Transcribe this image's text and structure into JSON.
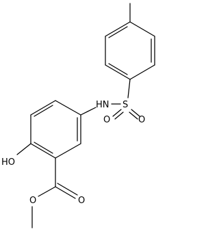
{
  "structure": {
    "labels": {
      "hydroxyl": "HO",
      "amine": "HN",
      "sulfur": "S",
      "sulfonyl_oxygen_left": "O",
      "sulfonyl_oxygen_right": "O",
      "ester_carbonyl_oxygen": "O",
      "ester_ether_oxygen": "O"
    }
  }
}
